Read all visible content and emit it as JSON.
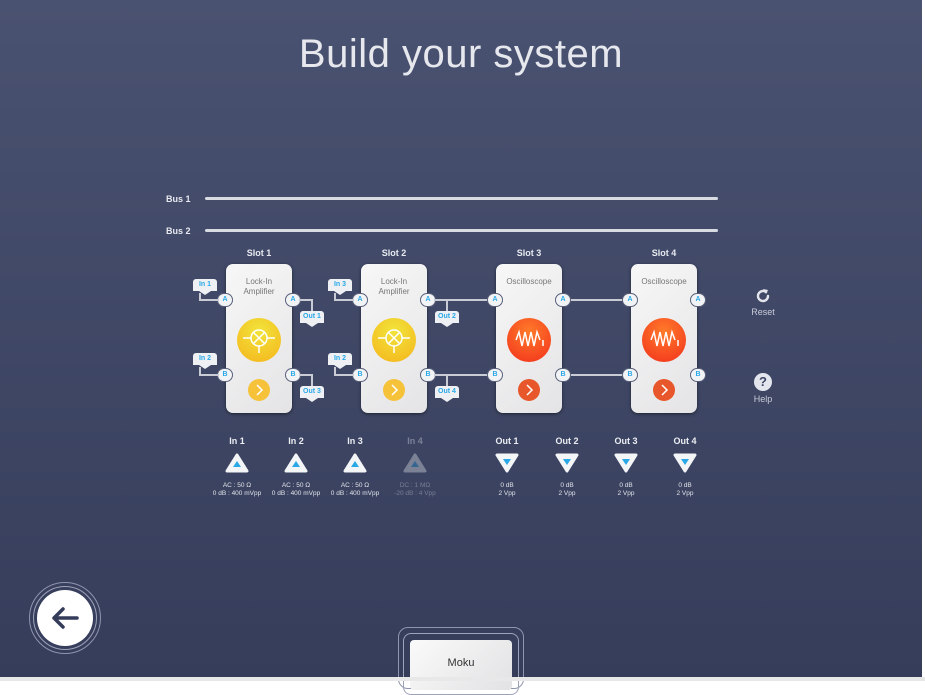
{
  "title": "Build your system",
  "buses": [
    "Bus 1",
    "Bus 2"
  ],
  "slots": [
    {
      "label": "Slot 1",
      "instrument": [
        "Lock-In",
        "Amplifier"
      ],
      "type": "lockin",
      "in_a": "In 1",
      "in_b": "In 2",
      "out_a": "Out 1",
      "out_b": "Out 3"
    },
    {
      "label": "Slot 2",
      "instrument": [
        "Lock-In",
        "Amplifier"
      ],
      "type": "lockin",
      "in_a": "In 3",
      "in_b": "In 2",
      "out_a": "Out 2",
      "out_b": "Out 4"
    },
    {
      "label": "Slot 3",
      "instrument": [
        "Oscilloscope"
      ],
      "type": "scope"
    },
    {
      "label": "Slot 4",
      "instrument": [
        "Oscilloscope"
      ],
      "type": "scope"
    }
  ],
  "port_labels": {
    "a": "A",
    "b": "B"
  },
  "inputs": [
    {
      "label": "In 1",
      "spec1": "AC : 50 Ω",
      "spec2": "0 dB : 400 mVpp",
      "enabled": true
    },
    {
      "label": "In 2",
      "spec1": "AC : 50 Ω",
      "spec2": "0 dB : 400 mVpp",
      "enabled": true
    },
    {
      "label": "In 3",
      "spec1": "AC : 50 Ω",
      "spec2": "0 dB : 400 mVpp",
      "enabled": true
    },
    {
      "label": "In 4",
      "spec1": "DC : 1 MΩ",
      "spec2": "-20 dB : 4 Vpp",
      "enabled": false
    }
  ],
  "outputs": [
    {
      "label": "Out 1",
      "spec1": "0 dB",
      "spec2": "2 Vpp"
    },
    {
      "label": "Out 2",
      "spec1": "0 dB",
      "spec2": "2 Vpp"
    },
    {
      "label": "Out 3",
      "spec1": "0 dB",
      "spec2": "2 Vpp"
    },
    {
      "label": "Out 4",
      "spec1": "0 dB",
      "spec2": "2 Vpp"
    }
  ],
  "reset_label": "Reset",
  "help_label": "Help",
  "device_tab": "Moku",
  "colors": {
    "accent": "#29a8e8",
    "lockin": "#f2c21e",
    "scope": "#f2421e"
  }
}
